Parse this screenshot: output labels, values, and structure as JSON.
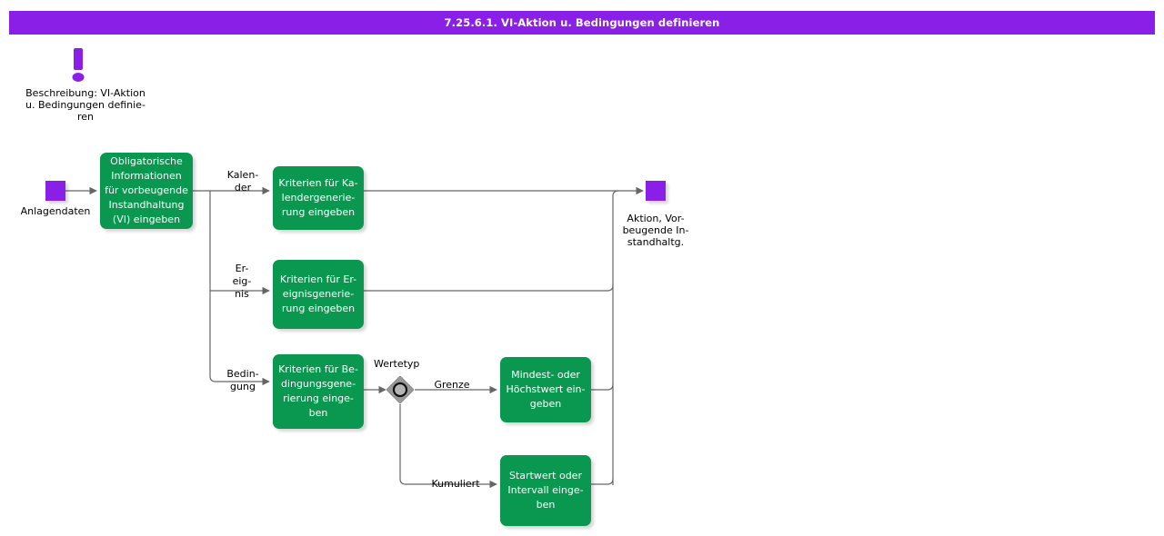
{
  "header": {
    "title": "7.25.6.1. VI-Aktion u. Bedingungen definieren",
    "bar_color": "#8A1FE8",
    "text_color": "#FFFFFF"
  },
  "palette": {
    "activity_green": "#0A9850",
    "terminal_purple": "#8A1FE8",
    "gateway_gray": "#999999",
    "connector_gray": "#555555",
    "canvas_white": "#FFFFFF"
  },
  "note": {
    "icon": "exclamation-mark-icon",
    "text": "Beschreibung: VI-Aktion\nu. Bedingungen definie-\nren"
  },
  "terminals": [
    {
      "id": "start",
      "name": "start-terminal",
      "label": "Anlagendaten",
      "color": "#8A1FE8"
    },
    {
      "id": "end",
      "name": "end-terminal",
      "label": "Aktion, Vor-\nbeugende In-\nstandhaltg.",
      "color": "#8A1FE8"
    }
  ],
  "activities": [
    {
      "id": "obligatorische",
      "name": "activity-obligatorische-informationen",
      "label": "Obligatorische\nInformationen\nfür vorbeugende\nInstandhaltung\n(VI) eingeben"
    },
    {
      "id": "kalender",
      "name": "activity-kriterien-kalendergenerierung",
      "label": "Kriterien für Ka-\nlendergenerie-\nrung eingeben"
    },
    {
      "id": "ereignis",
      "name": "activity-kriterien-ereignisgenerierung",
      "label": "Kriterien für Er-\neignisgenerie-\nrung eingeben"
    },
    {
      "id": "bedingung",
      "name": "activity-kriterien-bedingungsgenerierung",
      "label": "Kriterien für Be-\ndingungsgene-\nrierung einge-\nben"
    },
    {
      "id": "grenze",
      "name": "activity-mindest-oder-hoechstwert",
      "label": "Mindest- oder\nHöchstwert ein-\ngeben"
    },
    {
      "id": "kumuliert",
      "name": "activity-startwert-oder-intervall",
      "label": "Startwert oder\nIntervall einge-\nben"
    }
  ],
  "gateway": {
    "id": "wertetyp",
    "name": "gateway-wertetyp",
    "title": "Wertetyp",
    "type": "xor"
  },
  "edge_labels": [
    {
      "id": "e-kalender",
      "name": "edge-label-kalender",
      "text": "Kalen-\nder"
    },
    {
      "id": "e-ereignis",
      "name": "edge-label-ereignis",
      "text": "Er-\neig-\nnis"
    },
    {
      "id": "e-bedingung",
      "name": "edge-label-bedingung",
      "text": "Bedin-\ngung"
    },
    {
      "id": "e-grenze",
      "name": "edge-label-grenze",
      "text": "Grenze"
    },
    {
      "id": "e-kumuliert",
      "name": "edge-label-kumuliert",
      "text": "Kumuliert"
    }
  ]
}
